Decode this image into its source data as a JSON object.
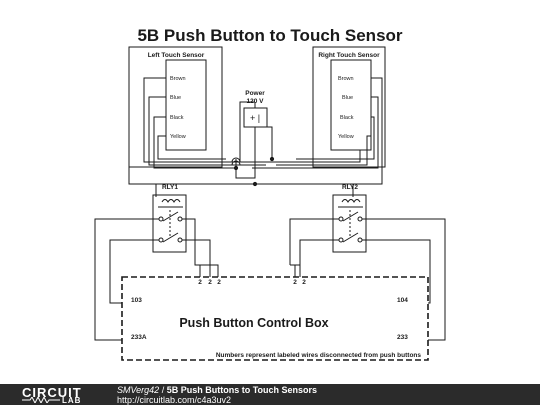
{
  "title": "5B Push Button to Touch Sensor",
  "left_sensor": {
    "label": "Left Touch Sensor",
    "wires": [
      "Brown",
      "Blue",
      "Black",
      "Yellow"
    ]
  },
  "right_sensor": {
    "label": "Right Touch Sensor",
    "wires": [
      "Brown",
      "Blue",
      "Black",
      "Yellow"
    ]
  },
  "power": {
    "label": "Power",
    "voltage": "120 V",
    "symbol": "+ |"
  },
  "relays": {
    "rly1": "RLY1",
    "rly2": "RLY2"
  },
  "control_box": {
    "title": "Push Button Control Box",
    "terminals": {
      "tl": "103",
      "tr": "104",
      "bl": "233A",
      "br": "233"
    },
    "connector_labels": [
      "2",
      "2",
      "2",
      "2",
      "2"
    ],
    "note": "Numbers represent labeled wires disconnected from push buttons"
  },
  "footer": {
    "logo_line1": "CIRCUIT",
    "logo_line2": "LAB",
    "author": "SMVerg42",
    "separator": " / ",
    "circuit_title": "5B Push Buttons to Touch Sensors",
    "url": "http://circuitlab.com/c4a3uv2"
  },
  "colors": {
    "wire": "#1a1a1a",
    "footer_bg": "#2b2b2b",
    "text": "#000000"
  }
}
